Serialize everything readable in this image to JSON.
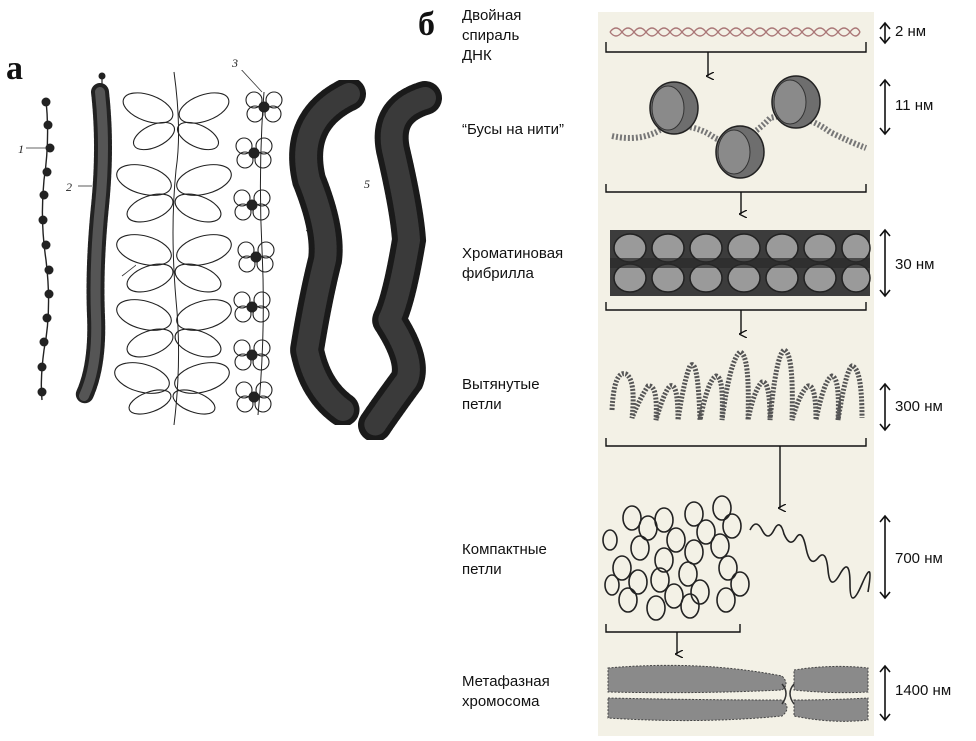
{
  "panel_a": {
    "letter": "а",
    "numbers": [
      "1",
      "2",
      "3",
      "4",
      "5"
    ]
  },
  "panel_b": {
    "letter": "б",
    "stages": [
      {
        "label_lines": [
          "Двойная",
          "спираль",
          "ДНК"
        ],
        "size": "2 нм"
      },
      {
        "label_lines": [
          "“Бусы на нити”"
        ],
        "size": "11 нм"
      },
      {
        "label_lines": [
          "Хроматиновая",
          "фибрилла"
        ],
        "size": "30 нм"
      },
      {
        "label_lines": [
          "Вытянутые",
          "петли"
        ],
        "size": "300 нм"
      },
      {
        "label_lines": [
          "Компактные",
          "петли"
        ],
        "size": "700 нм"
      },
      {
        "label_lines": [
          "Метафазная",
          "хромосома"
        ],
        "size": "1400 нм"
      }
    ]
  }
}
